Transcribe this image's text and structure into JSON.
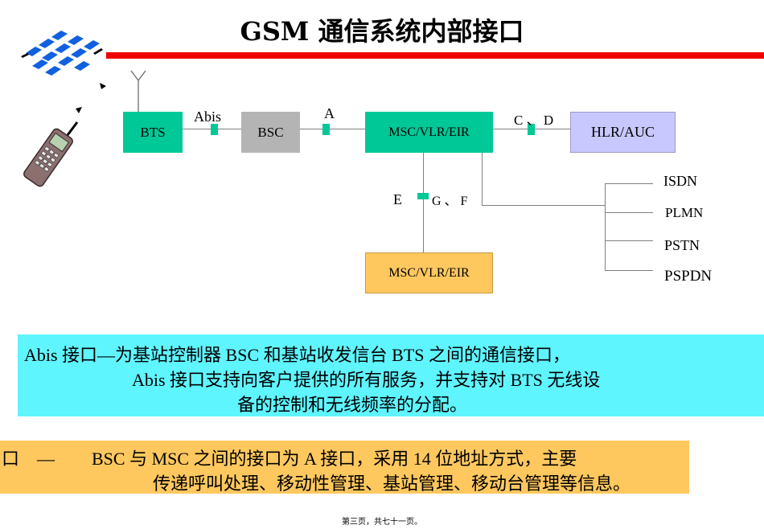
{
  "title": "GSM 通信系统内部接口",
  "diagram": {
    "nodes": {
      "bts": "BTS",
      "bsc": "BSC",
      "msc_top": "MSC/VLR/EIR",
      "hlr": "HLR/AUC",
      "msc_bottom": "MSC/VLR/EIR"
    },
    "interfaces": {
      "abis": "Abis",
      "a": "A",
      "cd": "C 、 D",
      "e": "E",
      "gf": "G 、 F"
    },
    "networks": [
      "ISDN",
      "PLMN",
      "PSTN",
      "PSPDN"
    ],
    "colors": {
      "bts": "#00c896",
      "bsc": "#b4b4b4",
      "msc_top": "#00c896",
      "hlr": "#c8c8ff",
      "msc_bottom": "#ffc85f",
      "red_bar": "#f00000"
    }
  },
  "abis_note": {
    "line1": "Abis 接口—为基站控制器 BSC 和基站收发信台 BTS 之间的通信接口，",
    "line2": "Abis 接口支持向客户提供的所有服务，并支持对 BTS 无线设",
    "line3": "备的控制和无线频率的分配。",
    "color": "#5ff5ff"
  },
  "a_note": {
    "prefix": "口　—",
    "line1": "BSC 与 MSC 之间的接口为 A 接口，采用 14 位地址方式，主要",
    "line2": "传递呼叫处理、移动性管理、基站管理、移动台管理等信息。",
    "color": "#ffc85f"
  },
  "footer": "第三页，共七十一页。"
}
